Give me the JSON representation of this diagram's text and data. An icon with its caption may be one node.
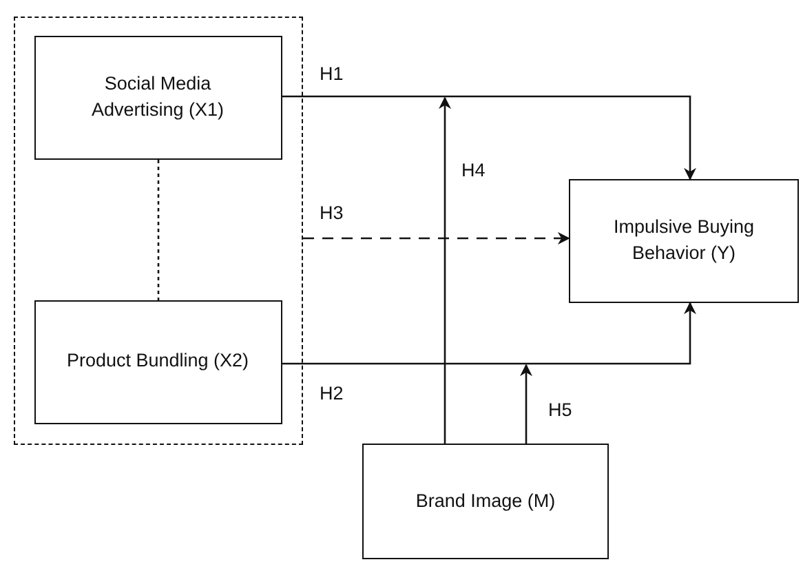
{
  "diagram": {
    "nodes": [
      {
        "text": [],
        "shape": "box"
      },
      {
        "text": [
          "Social Media Advertising (X1)"
        ],
        "in": 0
      },
      {
        "text": [
          "Product Bundling (X2)"
        ],
        "in": 0
      },
      {
        "text": [
          "Impulsive Buying Behavior (Y)"
        ]
      },
      {
        "text": [
          "Brand Image (M)"
        ]
      }
    ],
    "edges": [
      {
        "from": 1,
        "to": 3,
        "arrow": "to",
        "label": "H1"
      },
      {
        "from": 2,
        "to": 3,
        "arrow": "to",
        "label": "H2"
      },
      {
        "from": 0,
        "to": 3,
        "arrow": "to",
        "label": "H3",
        "style": "dashed"
      },
      {
        "from": 4,
        "to": null,
        "arrow": "to",
        "label": "H4"
      },
      {
        "from": 4,
        "to": null,
        "arrow": "to",
        "label": "H5"
      },
      {
        "from": 1,
        "to": 2,
        "arrow": "none",
        "style": "dashed"
      }
    ]
  }
}
